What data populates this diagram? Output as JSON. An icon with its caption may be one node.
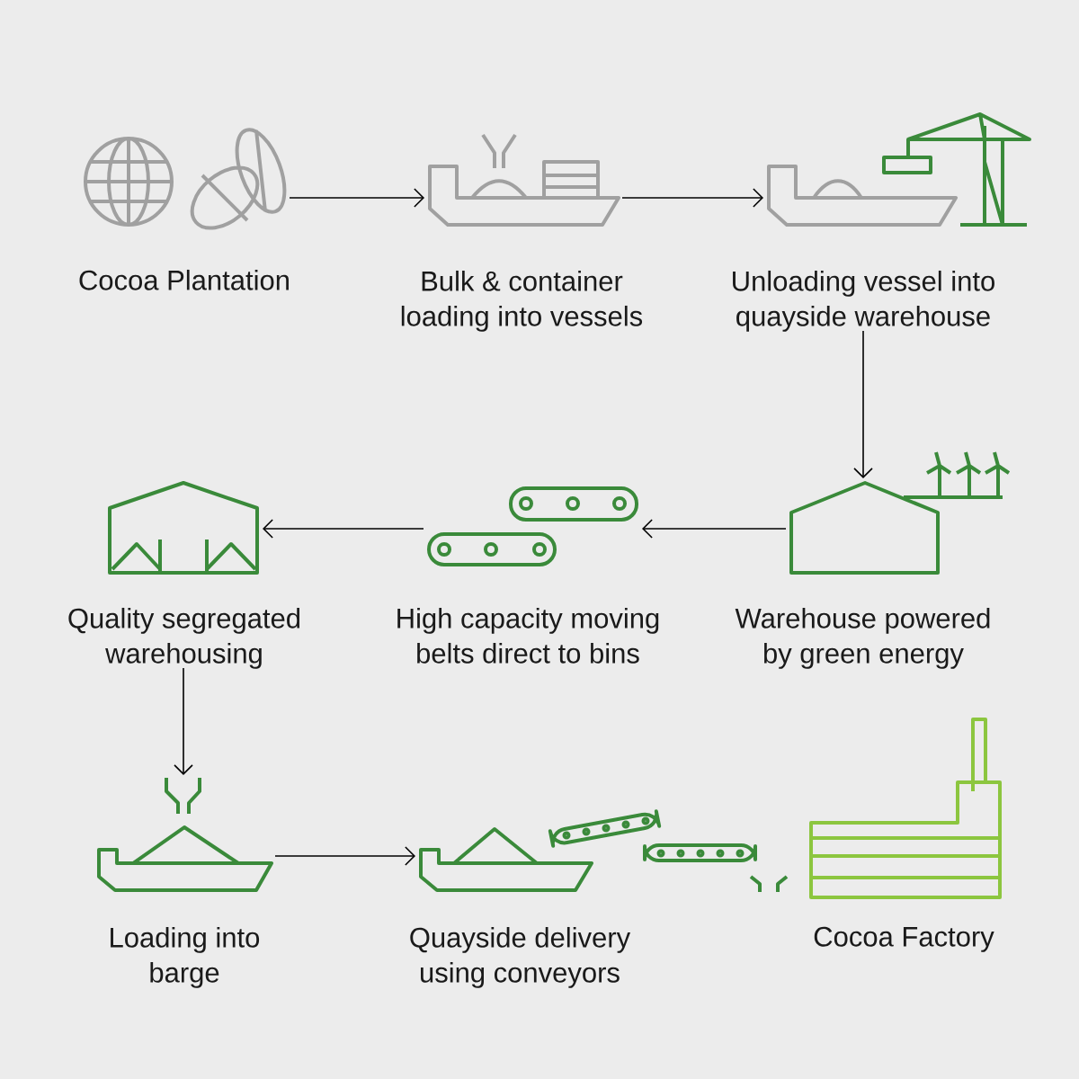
{
  "diagram": {
    "nodes": [
      {
        "text": [
          "Cocoa Plantation"
        ]
      },
      {
        "text": [
          "Bulk & container loading into vessels"
        ]
      },
      {
        "text": [
          "Unloading vessel into quayside warehouse"
        ]
      },
      {
        "text": [
          "Warehouse powered by green energy"
        ]
      },
      {
        "text": [
          "High capacity moving belts direct to bins"
        ]
      },
      {
        "text": [
          "Quality segregated warehousing"
        ]
      },
      {
        "text": [
          "Loading into barge"
        ]
      },
      {
        "text": [
          "Quayside delivery using conveyors"
        ]
      },
      {
        "text": [
          "Cocoa Factory"
        ]
      }
    ],
    "edges": [
      {
        "from": 0,
        "to": 1,
        "arrow": "to"
      },
      {
        "from": 1,
        "to": 2,
        "arrow": "to"
      },
      {
        "from": 2,
        "to": 3,
        "arrow": "to"
      },
      {
        "from": 3,
        "to": 4,
        "arrow": "to"
      },
      {
        "from": 4,
        "to": 5,
        "arrow": "to"
      },
      {
        "from": 5,
        "to": 6,
        "arrow": "to"
      },
      {
        "from": 6,
        "to": 7,
        "arrow": "to"
      }
    ]
  }
}
